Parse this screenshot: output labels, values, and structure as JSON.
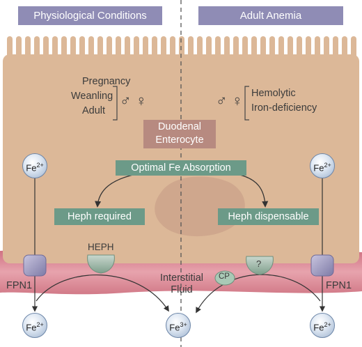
{
  "headers": {
    "left": "Physiological Conditions",
    "right": "Adult Anemia"
  },
  "conditions_left": [
    "Pregnancy",
    "Weanling",
    "Adult"
  ],
  "conditions_right": [
    "Hemolytic",
    "Iron-deficiency"
  ],
  "sex_symbols": "♂ ♀",
  "cell_label": {
    "line1": "Duodenal",
    "line2": "Enterocyte"
  },
  "optimal_label": "Optimal Fe Absorption",
  "heph_required": "Heph required",
  "heph_dispensable": "Heph dispensable",
  "heph_protein": "HEPH",
  "unknown_protein": "?",
  "cp_label": "CP",
  "fpn1": "FPN1",
  "interstitial": {
    "line1": "Interstitial",
    "line2": "Fluid"
  },
  "ions": {
    "fe_base": "Fe",
    "fe2_charge": "2+",
    "fe3_charge": "3+"
  },
  "colors": {
    "header": "#8f8cb5",
    "cell": "#dcb898",
    "green_box": "#6c9a88",
    "duodenal_box": "#b78a80",
    "interstitial": "#d67f8e"
  }
}
